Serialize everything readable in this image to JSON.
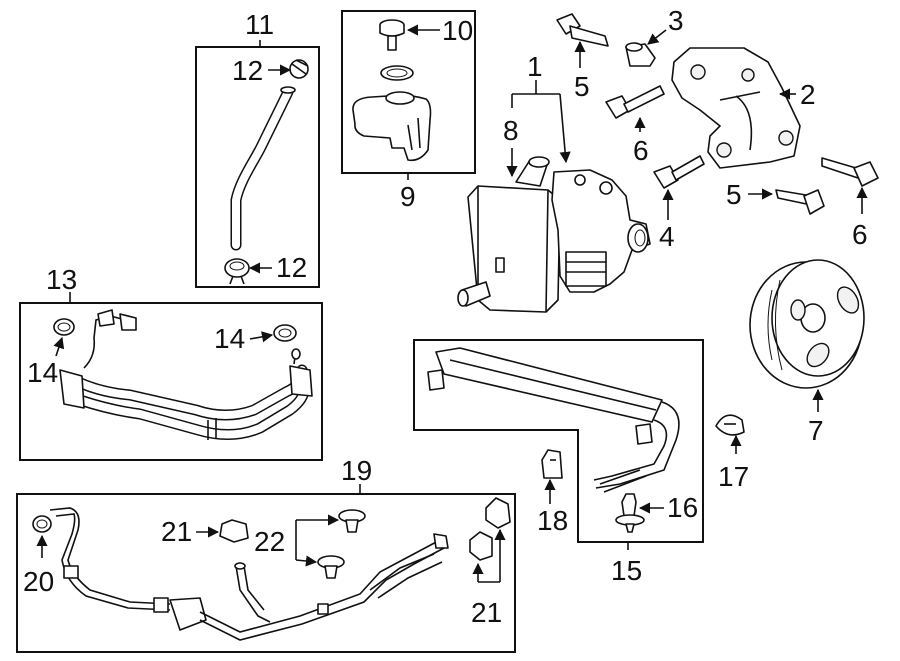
{
  "labels": {
    "l1": "1",
    "l2": "2",
    "l3": "3",
    "l4": "4",
    "l5a": "5",
    "l5b": "5",
    "l6a": "6",
    "l6b": "6",
    "l7": "7",
    "l8": "8",
    "l9": "9",
    "l10": "10",
    "l11": "11",
    "l12a": "12",
    "l12b": "12",
    "l13": "13",
    "l14a": "14",
    "l14b": "14",
    "l15": "15",
    "l16": "16",
    "l17": "17",
    "l18": "18",
    "l19": "19",
    "l20": "20",
    "l21a": "21",
    "l21b": "21",
    "l22": "22"
  }
}
